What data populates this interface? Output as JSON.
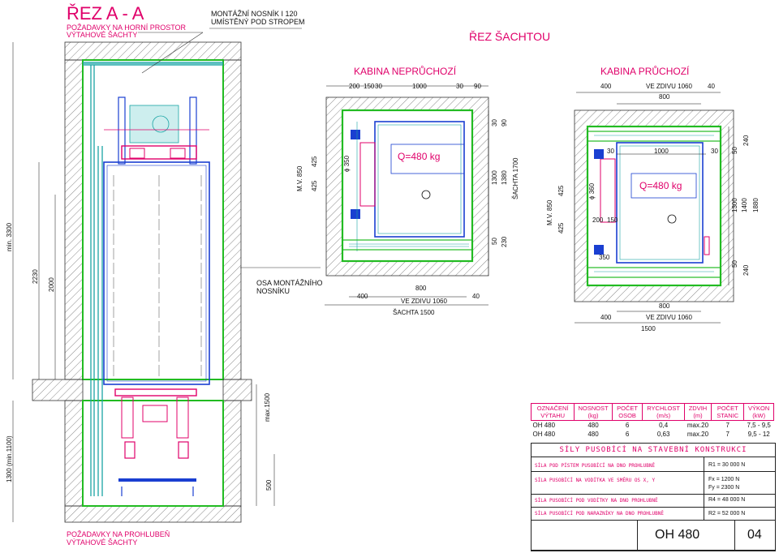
{
  "header": {
    "section_title": "ŘEZ A - A",
    "section_sub1": "POŽADAVKY NA HORNÍ PROSTOR",
    "section_sub2": "VÝTAHOVÉ ŠACHTY",
    "beam_note1": "MONTÁŽNÍ NOSNÍK I 120",
    "beam_note2": "UMÍSTĚNÝ POD STROPEM",
    "shaft_section": "ŘEZ ŠACHTOU"
  },
  "left_section": {
    "dims": [
      "min. 3300",
      "2230",
      "2000",
      "1300 (min.1100)",
      "max.1500",
      "500"
    ],
    "axis_note1": "OSA MONTÁŽNÍHO",
    "axis_note2": "NOSNÍKU",
    "pit_note1": "POŽADAVKY NA PROHLUBEŇ",
    "pit_note2": "VÝTAHOVÉ ŠACHTY"
  },
  "plan_a": {
    "title": "KABINA NEPRŮCHOZÍ",
    "top_dims": [
      "200",
      "150",
      "30",
      "1000",
      "30",
      "90"
    ],
    "left_dims": [
      "425",
      "425"
    ],
    "mv": "M.V. 850",
    "phi": "ϕ 350",
    "load": "Q=480 kg",
    "right_dims": [
      "30",
      "90",
      "1300",
      "1380",
      "ŠACHTA 1700",
      "50",
      "230"
    ],
    "bottom_dims": [
      "800",
      "400",
      "VE ZDIVU 1060",
      "40",
      "ŠACHTA 1500"
    ]
  },
  "plan_b": {
    "title": "KABINA PRŮCHOZÍ",
    "top_dims": [
      "400",
      "VE ZDIVU 1060",
      "40",
      "800"
    ],
    "inner_dims": [
      "30",
      "1000",
      "30",
      "50",
      "240"
    ],
    "left_dims": [
      "425",
      "425"
    ],
    "mv": "M.V. 850",
    "phi": "ϕ 360",
    "load": "Q=480 kg",
    "dims_misc": [
      "200",
      "150",
      "350"
    ],
    "right_dims": [
      "1300",
      "1400",
      "1880",
      "50",
      "240"
    ],
    "bottom_dims": [
      "800",
      "400",
      "VE ZDIVU 1060",
      "1500"
    ]
  },
  "spec_table": {
    "headers": [
      "OZNAČENÍ VÝTAHU",
      "NOSNOST (kg)",
      "POČET OSOB",
      "RYCHLOST (m/s)",
      "ZDVIH (m)",
      "POČET STANIC",
      "VÝKON (kW)"
    ],
    "rows": [
      [
        "OH 480",
        "480",
        "6",
        "0,4",
        "max.20",
        "7",
        "7,5 - 9,5"
      ],
      [
        "OH 480",
        "480",
        "6",
        "0,63",
        "max.20",
        "7",
        "9,5 - 12"
      ]
    ]
  },
  "forces": {
    "title": "SÍLY PUSOBÍCÍ NA STAVEBNÍ KONSTRUKCI",
    "rows": [
      {
        "label": "SÍLA POD PÍSTEM PUSOBÍCÍ NA DNO PROHLUBNĚ",
        "value": "R1 = 30 000 N",
        "value2": ""
      },
      {
        "label": "SÍLA PUSOBÍCÍ NA VODÍTKA VE SMĚRU  OS  X,  Y",
        "value": "Fx = 1200 N",
        "value2": "Fy = 2300 N"
      },
      {
        "label": "SÍLA PUSOBÍCÍ POD VODÍTKY NA DNO PROHLUBNĚ",
        "value": "R4 = 48 000 N",
        "value2": ""
      },
      {
        "label": "SÍLA PUSOBÍCÍ POD NARAZNÍKY NA DNO PROHLUBNĚ",
        "value": "R2 = 52 000 N",
        "value2": ""
      }
    ]
  },
  "stamp": {
    "model": "OH 480",
    "sheet": "04"
  },
  "colors": {
    "wall": "#22bb22",
    "accent": "#e0006a",
    "steel": "#1a3fd1",
    "rail": "#1aa5a5",
    "dim": "#111111"
  }
}
